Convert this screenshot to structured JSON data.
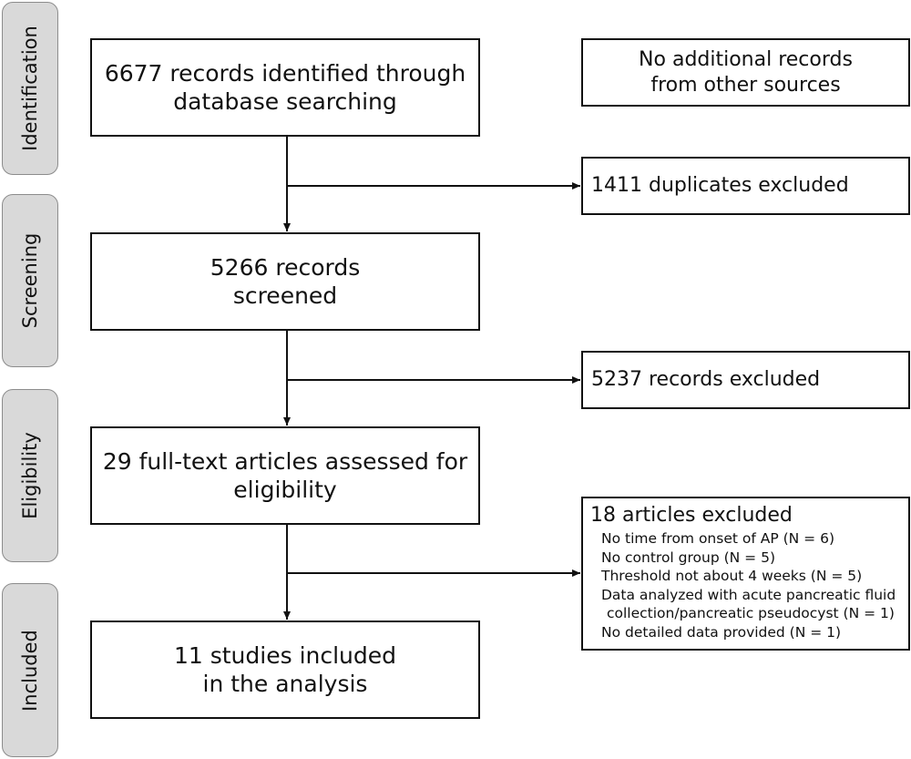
{
  "phases": {
    "identification": "Identification",
    "screening": "Screening",
    "eligibility": "Eligibility",
    "included": "Included"
  },
  "boxes": {
    "identified": {
      "line1": "6677 records identified through",
      "line2": "database searching"
    },
    "additional": {
      "line1": "No additional records",
      "line2": "from other sources"
    },
    "duplicates": {
      "text": "1411 duplicates excluded"
    },
    "screened": {
      "line1": "5266 records",
      "line2": "screened"
    },
    "records_excluded": {
      "text": "5237 records excluded"
    },
    "assessed": {
      "line1": "29 full-text articles assessed for",
      "line2": "eligibility"
    },
    "articles_excluded": {
      "heading": "18 articles excluded",
      "reasons": [
        "No time from onset of AP (N = 6)",
        "No control group (N = 5)",
        "Threshold not about 4 weeks (N = 5)",
        "Data analyzed with acute pancreatic fluid",
        "collection/pancreatic pseudocyst (N = 1)",
        "No detailed data provided (N = 1)"
      ]
    },
    "included": {
      "line1": "11 studies included",
      "line2": "in the analysis"
    }
  }
}
